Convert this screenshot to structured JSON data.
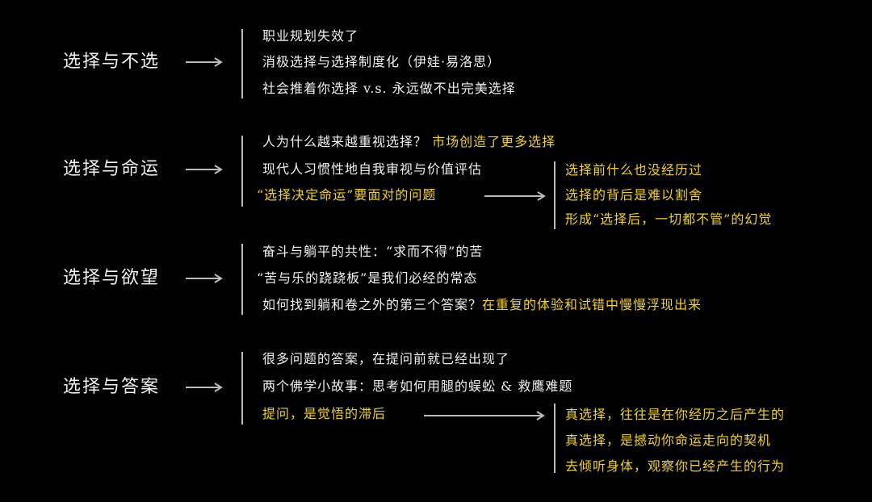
{
  "colors": {
    "highlight": "#f2d21b",
    "text": "#f0f0f0",
    "background": "#000000"
  },
  "sections": [
    {
      "title": "选择与不选",
      "items": [
        {
          "text": "职业规划失效了"
        },
        {
          "text": "消极选择与选择制度化（伊娃·易洛思）"
        },
        {
          "text": "社会推着你选择 v.s. 永远做不出完美选择"
        }
      ]
    },
    {
      "title": "选择与命运",
      "items": [
        {
          "text": "人为什么越来越重视选择？",
          "highlight": "市场创造了更多选择"
        },
        {
          "text": "现代人习惯性地自我审视与价值评估"
        },
        {
          "text": "“选择决定命运”要面对的问题"
        }
      ],
      "sub_items": [
        "选择前什么也没经历过",
        "选择的背后是难以割舍",
        "形成“选择后，一切都不管”的幻觉"
      ]
    },
    {
      "title": "选择与欲望",
      "items": [
        {
          "text": "奋斗与躺平的共性：“求而不得”的苦"
        },
        {
          "text": "“苦与乐的跷跷板”是我们必经的常态"
        },
        {
          "text": "如何找到躺和卷之外的第三个答案？",
          "highlight": "在重复的体验和试错中慢慢浮现出来"
        }
      ]
    },
    {
      "title": "选择与答案",
      "items": [
        {
          "text": "很多问题的答案，在提问前就已经出现了"
        },
        {
          "text": "两个佛学小故事：思考如何用腿的蜈蚣 & 救鹰难题"
        },
        {
          "text": "提问，是觉悟的滞后"
        }
      ],
      "sub_items": [
        "真选择，往往是在你经历之后产生的",
        "真选择，是撼动你命运走向的契机",
        "去倾听身体，观察你已经产生的行为"
      ]
    }
  ]
}
